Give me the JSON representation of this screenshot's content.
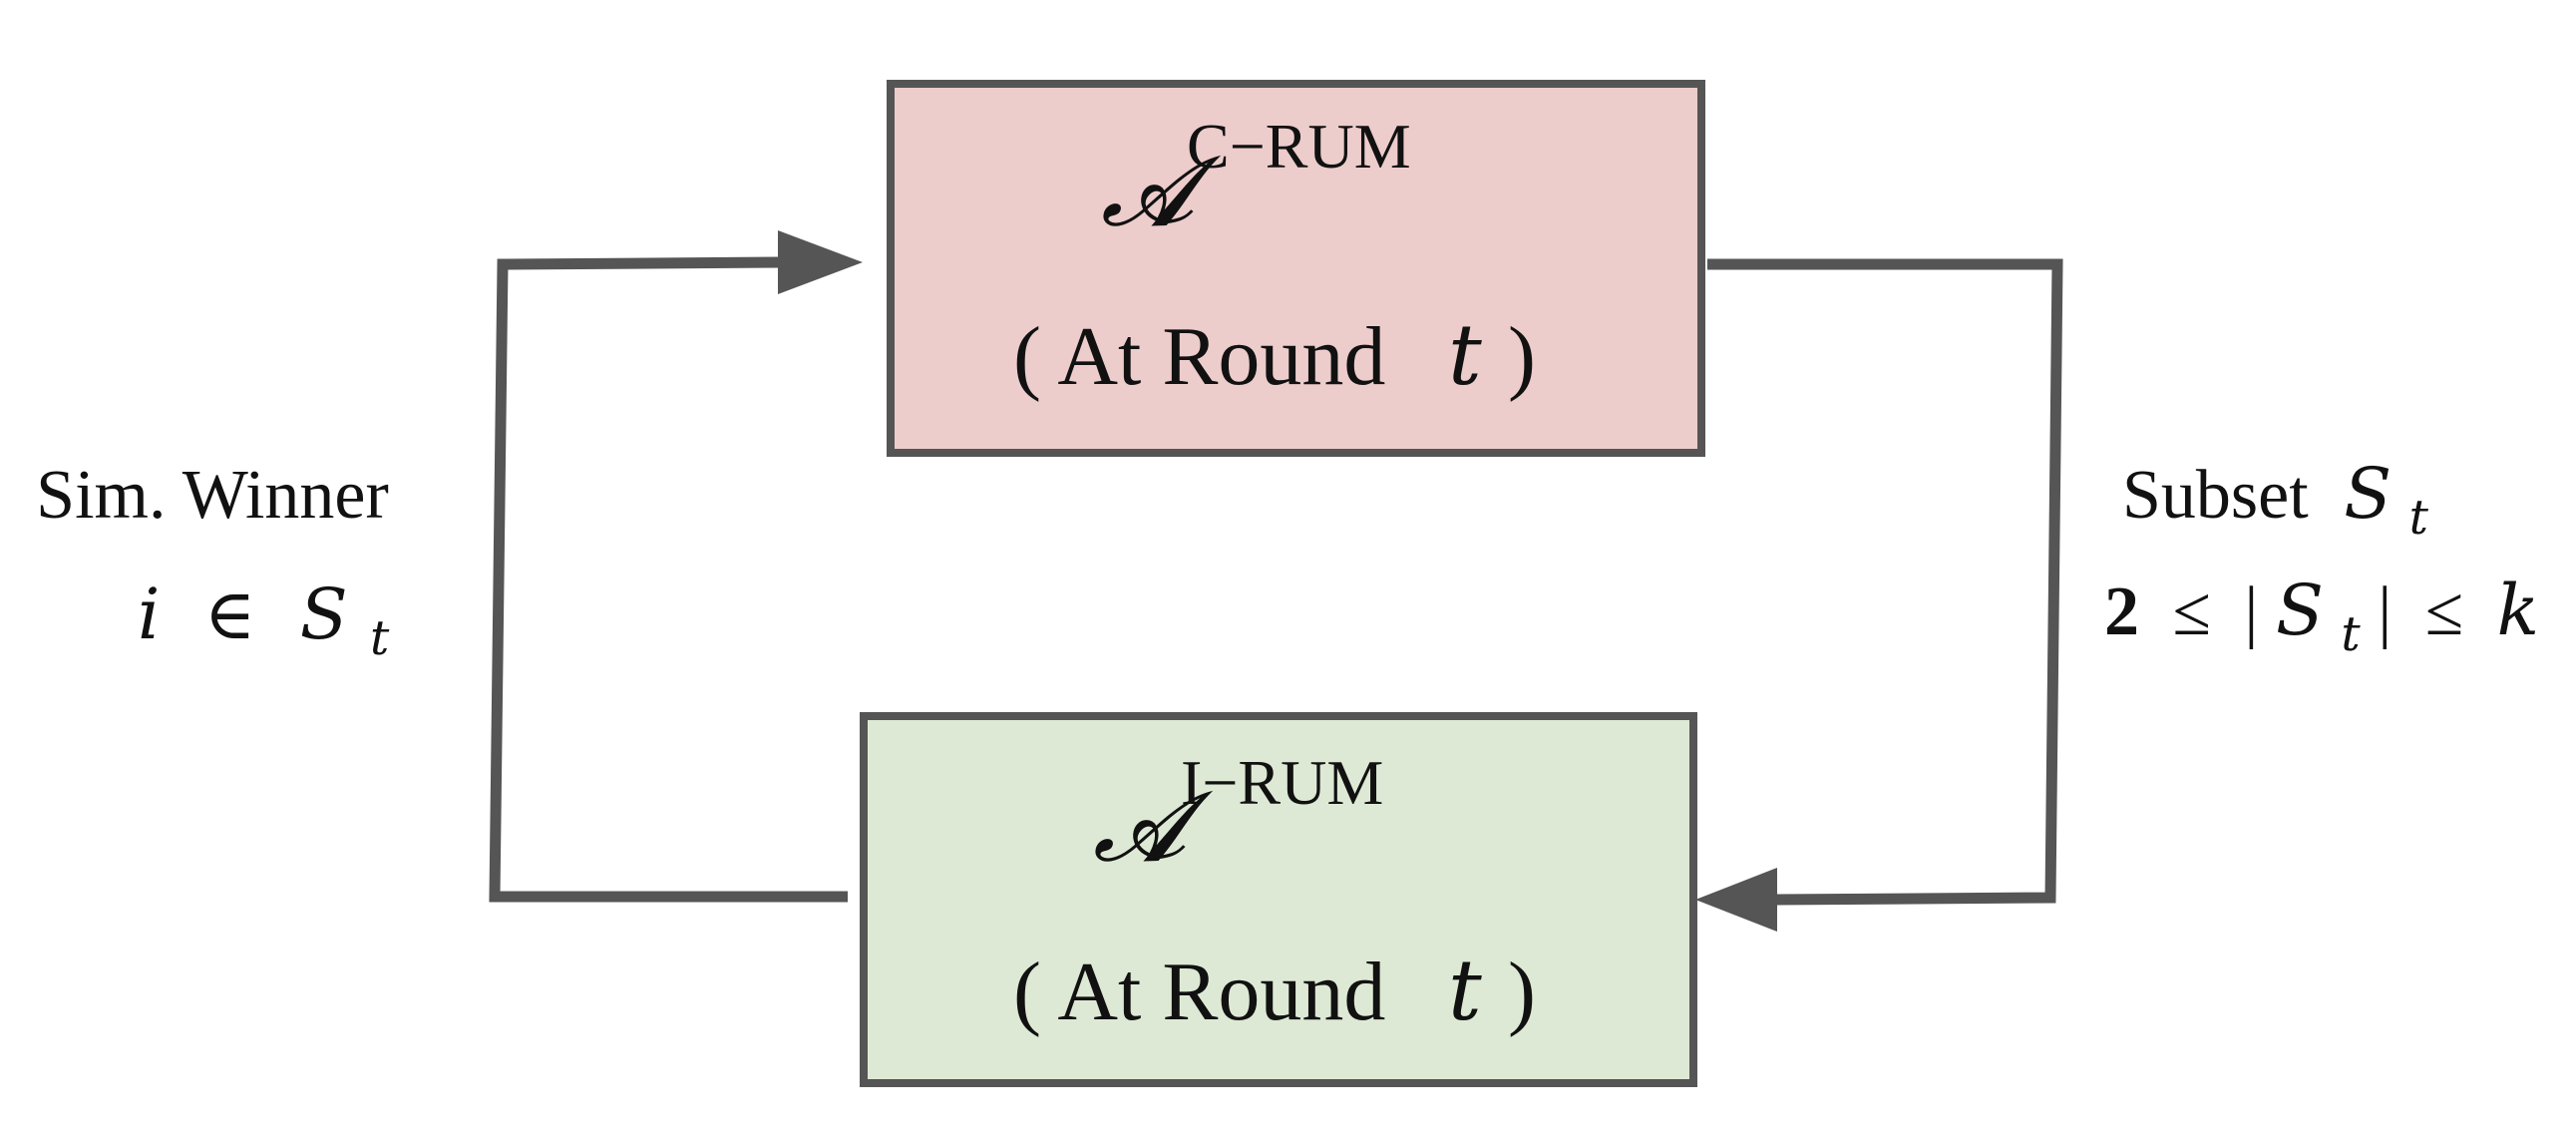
{
  "colors": {
    "stroke": "#555555",
    "top_box_fill": "#edcccc",
    "bottom_box_fill": "#dde9d4",
    "text": "#111111"
  },
  "top_box": {
    "symbol": "𝓐",
    "superscript": "C−RUM",
    "round_open": "( At Round",
    "round_var": "t",
    "round_close": ")"
  },
  "bottom_box": {
    "symbol": "𝓐",
    "superscript": "I−RUM",
    "round_open": "( At Round",
    "round_var": "t",
    "round_close": ")"
  },
  "left_label": {
    "line1": "Sim. Winner",
    "line2_i": "i",
    "line2_in": "∈",
    "line2_S": "S",
    "line2_sub": "t"
  },
  "right_label": {
    "line1_text": "Subset",
    "line1_S": "S",
    "line1_sub": "t",
    "line2_two": "2",
    "line2_le1": "≤",
    "line2_bar1": "|",
    "line2_S": "S",
    "line2_sub": "t",
    "line2_bar2": "|",
    "line2_le2": "≤",
    "line2_k": "k"
  }
}
